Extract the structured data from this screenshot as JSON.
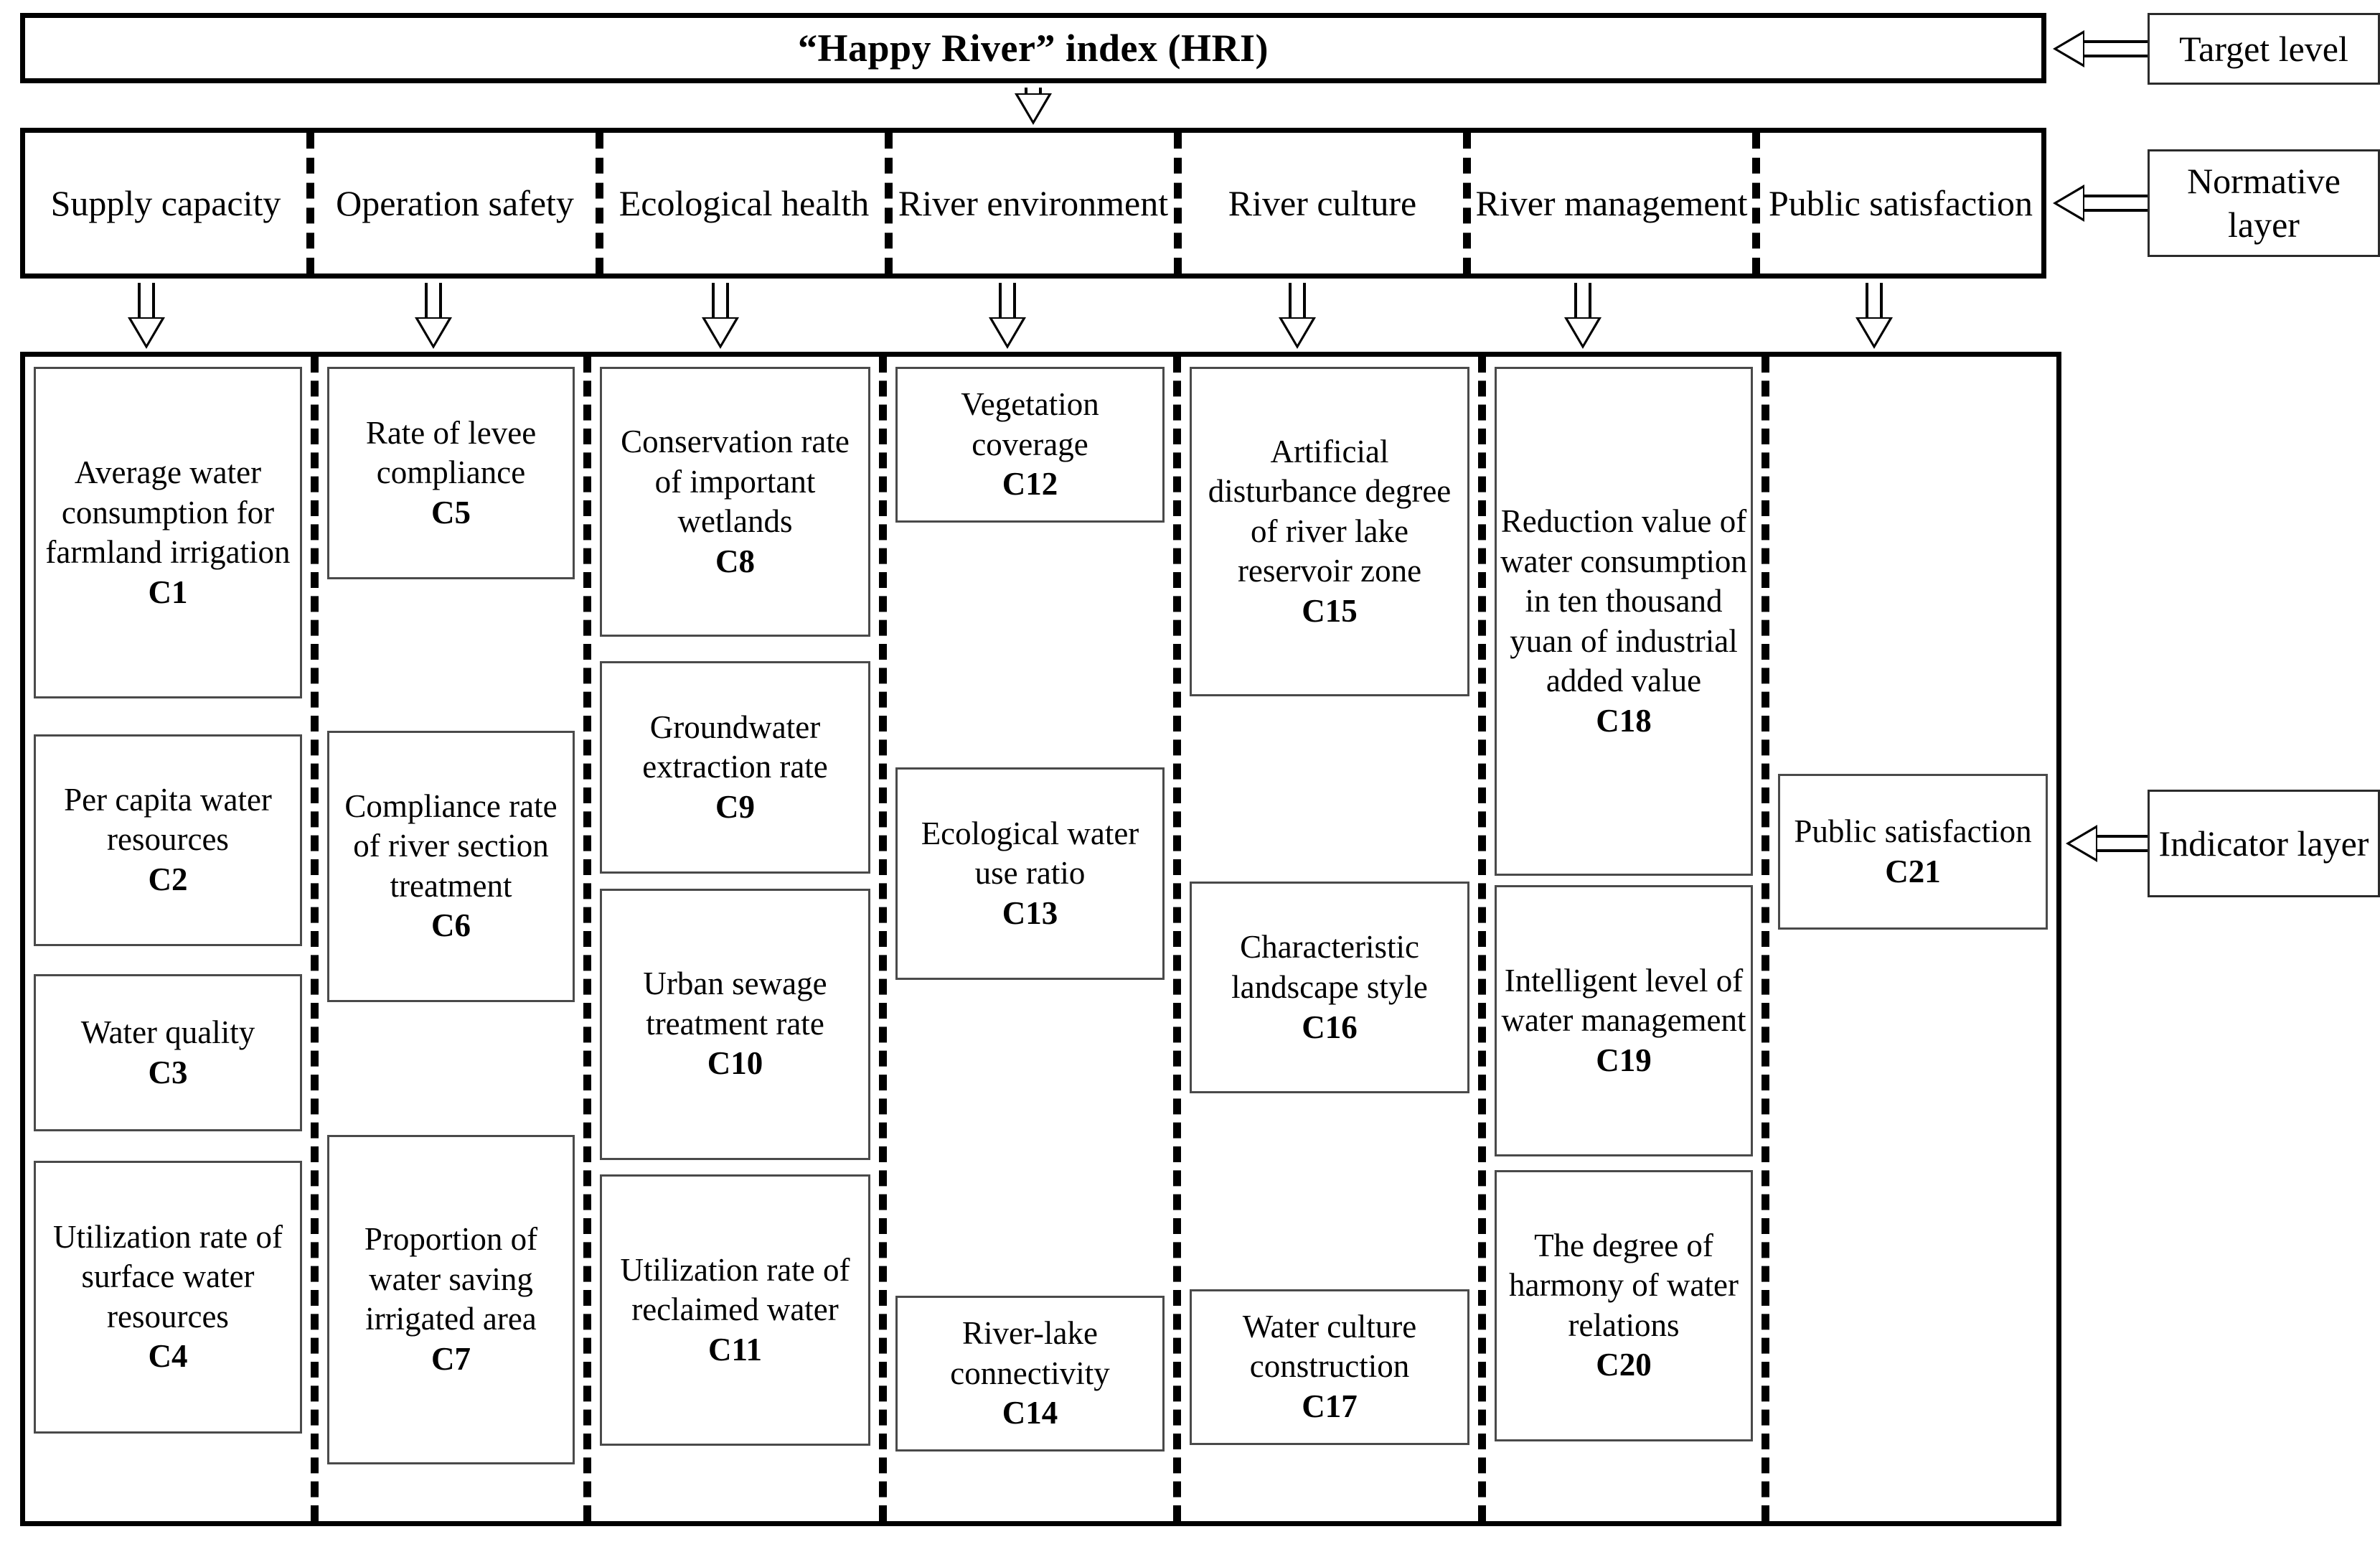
{
  "diagram": {
    "title": "“Happy River” index  (HRI)",
    "side_labels": {
      "target": "Target level",
      "normative": "Normative layer",
      "indicator": "Indicator layer"
    },
    "normative_layer": [
      {
        "label": "Supply capacity"
      },
      {
        "label": "Operation safety"
      },
      {
        "label": "Ecological health"
      },
      {
        "label": "River environment"
      },
      {
        "label": "River culture"
      },
      {
        "label": "River management"
      },
      {
        "label": "Public satisfaction"
      }
    ],
    "indicator_layer": [
      {
        "criterion": "Supply capacity",
        "indicators": [
          {
            "text": "Average water consumption for farmland irrigation",
            "code": "C1"
          },
          {
            "text": "Per capita water resources",
            "code": "C2"
          },
          {
            "text": "Water quality",
            "code": "C3"
          },
          {
            "text": "Utilization rate of surface water resources",
            "code": "C4"
          }
        ]
      },
      {
        "criterion": "Operation safety",
        "indicators": [
          {
            "text": "Rate of levee compliance",
            "code": "C5"
          },
          {
            "text": "Compliance rate of river section treatment",
            "code": "C6"
          },
          {
            "text": "Proportion of water saving irrigated area",
            "code": "C7"
          }
        ]
      },
      {
        "criterion": "Ecological health",
        "indicators": [
          {
            "text": "Conservation rate of important wetlands",
            "code": "C8"
          },
          {
            "text": "Groundwater extraction rate",
            "code": "C9"
          },
          {
            "text": "Urban sewage treatment rate",
            "code": "C10"
          },
          {
            "text": "Utilization rate of reclaimed water",
            "code": "C11"
          }
        ]
      },
      {
        "criterion": "River environment",
        "indicators": [
          {
            "text": "Vegetation coverage",
            "code": "C12"
          },
          {
            "text": "Ecological water use ratio",
            "code": "C13"
          },
          {
            "text": "River-lake connectivity",
            "code": "C14"
          }
        ]
      },
      {
        "criterion": "River culture",
        "indicators": [
          {
            "text": "Artificial disturbance degree of river lake reservoir zone",
            "code": "C15"
          },
          {
            "text": "Characteristic landscape style",
            "code": "C16"
          },
          {
            "text": "Water culture construction",
            "code": "C17"
          }
        ]
      },
      {
        "criterion": "River management",
        "indicators": [
          {
            "text": "Reduction value of water consumption in ten thousand yuan of industrial added value",
            "code": "C18"
          },
          {
            "text": "Intelligent level of water management",
            "code": "C19"
          },
          {
            "text": "The degree of harmony of water relations",
            "code": "C20"
          }
        ]
      },
      {
        "criterion": "Public satisfaction",
        "indicators": [
          {
            "text": "Public satisfaction",
            "code": "C21"
          }
        ]
      }
    ],
    "colors": {
      "line": "#000000",
      "box_border": "#4a4a4a",
      "background": "#ffffff"
    }
  }
}
